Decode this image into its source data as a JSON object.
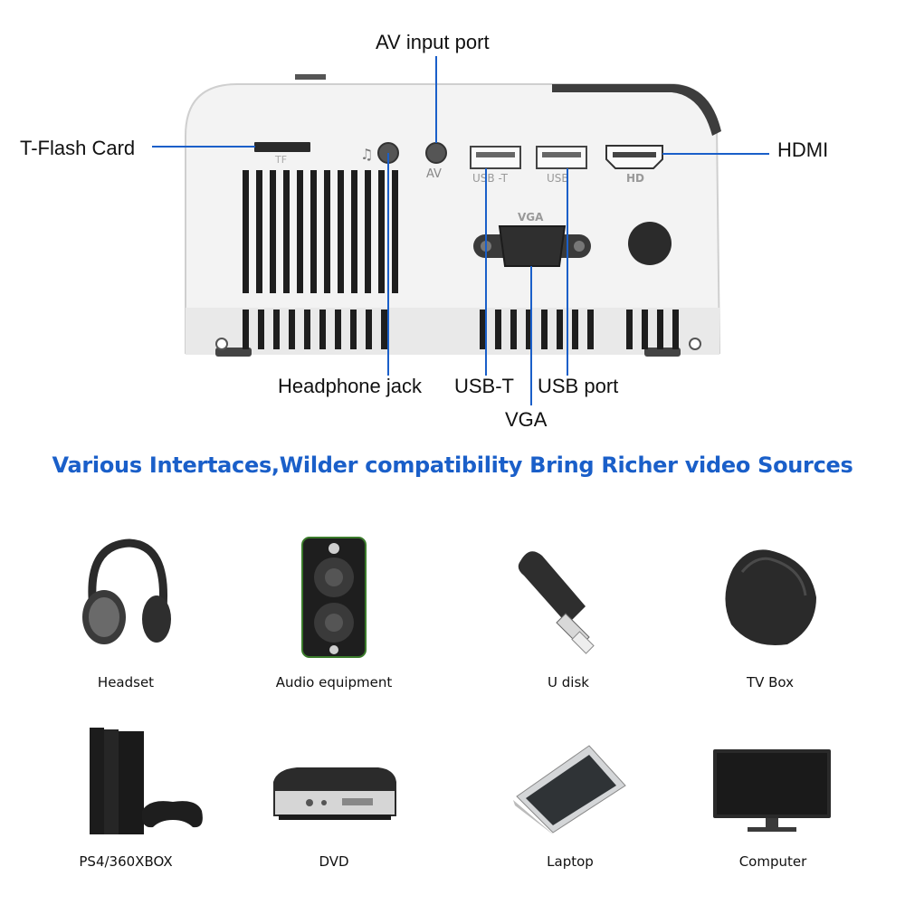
{
  "diagram": {
    "port_labels": {
      "av_input": "AV input port",
      "tflash": "T-Flash Card",
      "hdmi": "HDMI",
      "headphone": "Headphone jack",
      "usb_t": "USB-T",
      "usb_port": "USB port",
      "vga": "VGA"
    },
    "panel_print": {
      "tf": "TF",
      "av": "AV",
      "usb_t": "USB -T",
      "usb": "USB",
      "hd": "HD",
      "vga": "VGA"
    },
    "callout_line_color": "#1a5fc9"
  },
  "headline": "Various Intertaces,Wilder compatibility Bring Richer video Sources",
  "devices": [
    {
      "label": "Headset",
      "icon": "headset-icon"
    },
    {
      "label": "Audio equipment",
      "icon": "speaker-icon"
    },
    {
      "label": "U disk",
      "icon": "usb-drive-icon"
    },
    {
      "label": "TV Box",
      "icon": "tv-box-icon"
    },
    {
      "label": "PS4/360XBOX",
      "icon": "game-console-icon"
    },
    {
      "label": "DVD",
      "icon": "dvd-player-icon"
    },
    {
      "label": "Laptop",
      "icon": "laptop-icon"
    },
    {
      "label": "Computer",
      "icon": "monitor-icon"
    }
  ],
  "colors": {
    "headline": "#1a5fc9",
    "projector_body": "#f2f2f2",
    "projector_accent": "#3a3a3a"
  }
}
